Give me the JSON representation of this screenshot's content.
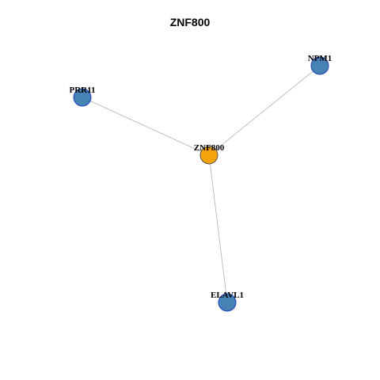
{
  "title": "ZNF800",
  "colors": {
    "center_node_fill": "#f5a30a",
    "neighbor_node_fill": "#4682b4",
    "neighbor_node_stroke": "#1e3fbf",
    "center_node_stroke": "#555555",
    "edge": "#b0b0b0"
  },
  "network": {
    "nodes": [
      {
        "id": "ZNF800",
        "label": "ZNF800",
        "role": "center"
      },
      {
        "id": "NPM1",
        "label": "NPM1",
        "role": "neighbor"
      },
      {
        "id": "PRR11",
        "label": "PRR11",
        "role": "neighbor"
      },
      {
        "id": "ELAVL1",
        "label": "ELAVL1",
        "role": "neighbor"
      }
    ],
    "edges": [
      {
        "source": "ZNF800",
        "target": "NPM1"
      },
      {
        "source": "ZNF800",
        "target": "PRR11"
      },
      {
        "source": "ZNF800",
        "target": "ELAVL1"
      }
    ]
  }
}
